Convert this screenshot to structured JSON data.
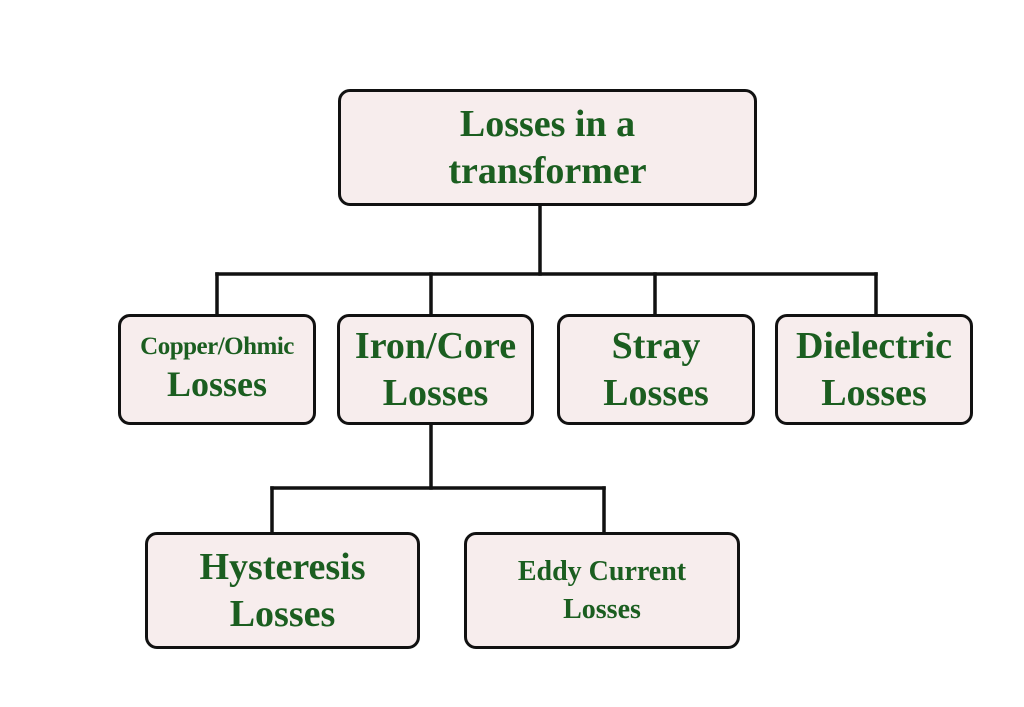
{
  "colors": {
    "text": "#1b5e20",
    "box_fill": "#f7eded",
    "box_border": "#111111",
    "connector": "#111111"
  },
  "nodes": {
    "root": {
      "line1": "Losses in a",
      "line2": "transformer"
    },
    "copper": {
      "line1": "Copper/Ohmic",
      "line2": "Losses"
    },
    "iron": {
      "line1": "Iron/Core",
      "line2": "Losses"
    },
    "stray": {
      "line1": "Stray",
      "line2": "Losses"
    },
    "dielectric": {
      "line1": "Dielectric",
      "line2": "Losses"
    },
    "hysteresis": {
      "line1": "Hysteresis",
      "line2": "Losses"
    },
    "eddy": {
      "line1": "Eddy Current",
      "line2": "Losses"
    }
  },
  "edges": [
    {
      "from": "root",
      "to": "copper"
    },
    {
      "from": "root",
      "to": "iron"
    },
    {
      "from": "root",
      "to": "stray"
    },
    {
      "from": "root",
      "to": "dielectric"
    },
    {
      "from": "iron",
      "to": "hysteresis"
    },
    {
      "from": "iron",
      "to": "eddy"
    }
  ]
}
